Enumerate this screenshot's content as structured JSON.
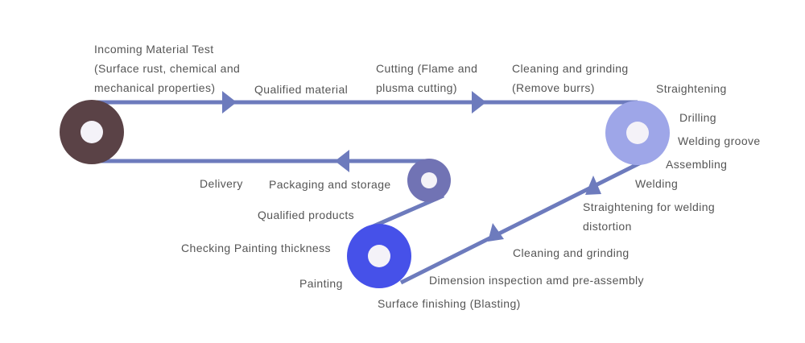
{
  "colors": {
    "belt": "#6d7bbd",
    "arrow": "#6d7bbd",
    "hub": "#f4f2f8",
    "text": "#555555",
    "pulley_left": "#5a4246",
    "pulley_right": "#9ea6e8",
    "pulley_small": "#7173b4",
    "pulley_bottom": "#4651e9"
  },
  "labels": {
    "incoming_test_1": "Incoming Material Test",
    "incoming_test_2": "(Surface rust, chemical and",
    "incoming_test_3": "mechanical properties)",
    "qualified_material": "Qualified material",
    "cutting_1": "Cutting (Flame and",
    "cutting_2": "plusma cutting)",
    "cleaning_top_1": "Cleaning and grinding",
    "cleaning_top_2": "(Remove burrs)",
    "straightening": "Straightening",
    "drilling": "Drilling",
    "welding_groove": "Welding groove",
    "assembling": "Assembling",
    "welding": "Welding",
    "straightening_welding_1": "Straightening for welding",
    "straightening_welding_2": "distortion",
    "cleaning_bottom": "Cleaning and grinding",
    "dimension_inspection": "Dimension inspection amd pre-assembly",
    "surface_finishing": "Surface finishing (Blasting)",
    "painting": "Painting",
    "checking_painting": "Checking Painting thickness",
    "qualified_products": "Qualified products",
    "packaging": "Packaging and storage",
    "delivery": "Delivery"
  }
}
